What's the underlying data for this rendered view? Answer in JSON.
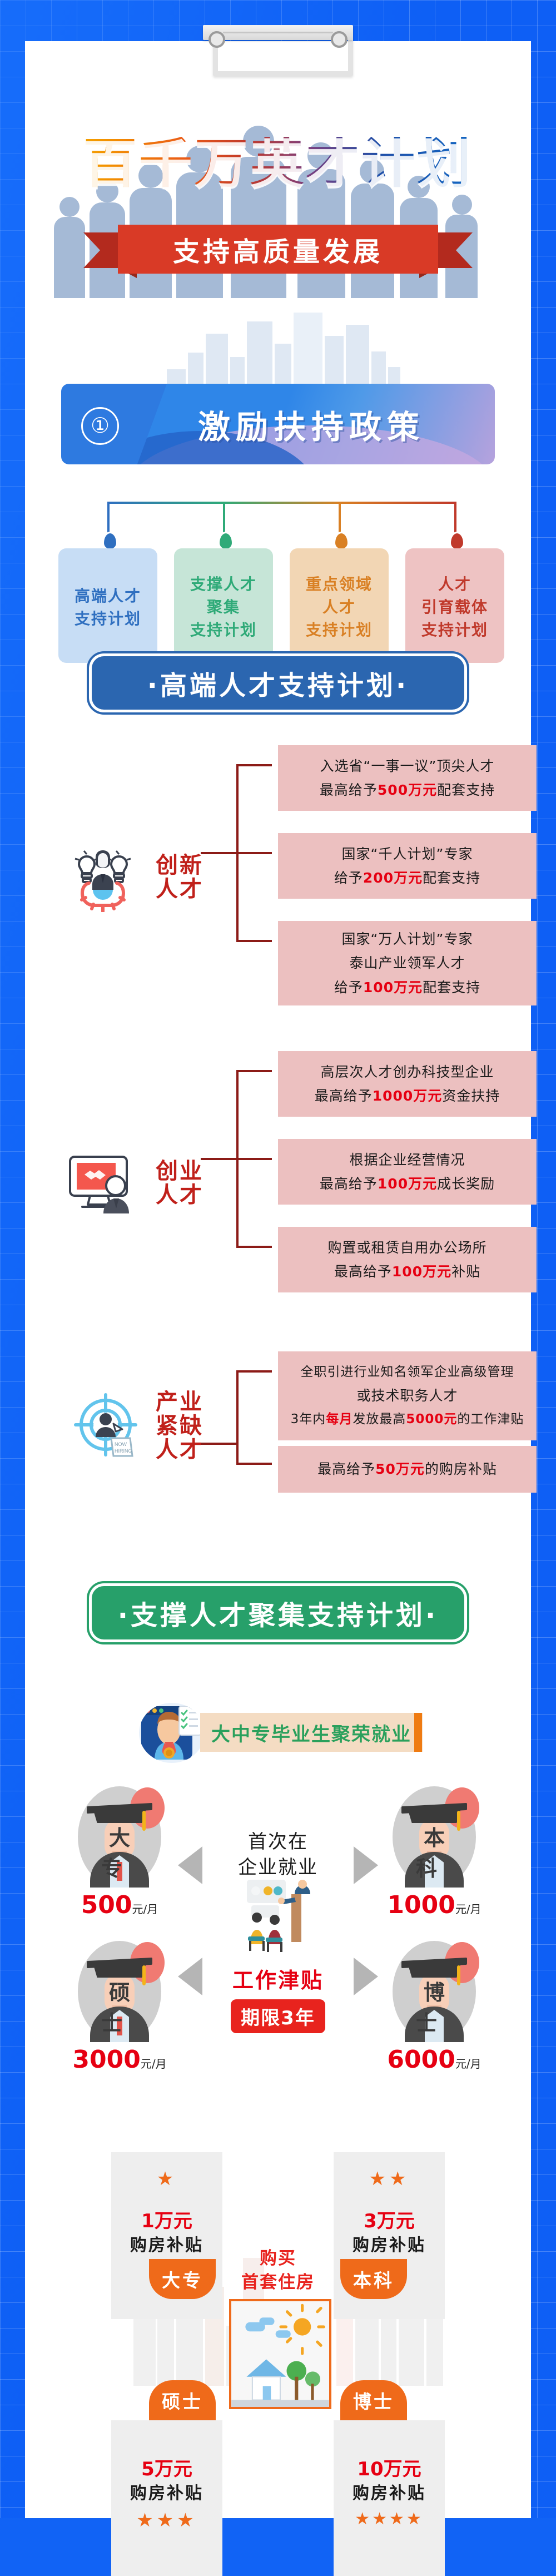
{
  "hero": {
    "title": "百千万英才计划",
    "ribbon": "支持高质量发展"
  },
  "section1": {
    "number": "①",
    "title": "激励扶持政策",
    "categories": [
      {
        "lines": [
          "高端人才",
          "支持计划"
        ],
        "color": "#2f6fc0",
        "bg": "#c7ddf5"
      },
      {
        "lines": [
          "支撑人才",
          "聚集",
          "支持计划"
        ],
        "color": "#2faa78",
        "bg": "#c6e5d7"
      },
      {
        "lines": [
          "重点领域",
          "人才",
          "支持计划"
        ],
        "color": "#d98024",
        "bg": "#f2d6b4"
      },
      {
        "lines": [
          "人才",
          "引育载体",
          "支持计划"
        ],
        "color": "#c0392b",
        "bg": "#eec3c3"
      }
    ]
  },
  "plan_high": {
    "header": "·高端人才支持计划·",
    "header_color": "#2b66b0",
    "groups": [
      {
        "icon": "lightbulb-person-gear-icon",
        "label": "创新\n人才",
        "label_line1": "创新",
        "label_line2": "人才",
        "items": [
          {
            "line1": "入选省“一事一议”顶尖人才",
            "l2a": "最高给予",
            "l2b": "500万元",
            "l2c": "配套支持"
          },
          {
            "line1": "国家“千人计划”专家",
            "l2a": "给予",
            "l2b": "200万元",
            "l2c": "配套支持"
          },
          {
            "line1": "国家“万人计划”专家",
            "line2": "泰山产业领军人才",
            "l2a": "给予",
            "l2b": "100万元",
            "l2c": "配套支持"
          }
        ]
      },
      {
        "icon": "handshake-screen-person-icon",
        "label_line1": "创业",
        "label_line2": "人才",
        "items": [
          {
            "line1": "高层次人才创办科技型企业",
            "l2a": "最高给予",
            "l2b": "1000万元",
            "l2c": "资金扶持"
          },
          {
            "line1": "根据企业经营情况",
            "l2a": "最高给予",
            "l2b": "100万元",
            "l2c": "成长奖励"
          },
          {
            "line1": "购置或租赁自用办公场所",
            "l2a": "最高给予",
            "l2b": "100万元",
            "l2c": "补贴"
          }
        ]
      },
      {
        "icon": "target-hiring-icon",
        "label_line1": "产业",
        "label_line2": "紧缺",
        "label_line3": "人才",
        "items": [
          {
            "line1": "全职引进行业知名领军企业高级管理",
            "line2": "或技术职务人才",
            "l3a": "3年内",
            "l3b": "每月",
            "l3c": "发放最高",
            "l3d": "5000元",
            "l3e": "的工作津贴"
          },
          {
            "l2a": "最高给予",
            "l2b": "50万元",
            "l2c": "的购房补贴"
          }
        ]
      }
    ]
  },
  "plan_support": {
    "header": "·支撑人才聚集支持计划·",
    "header_color": "#27a06a",
    "grad_banner": "大中专毕业生聚荣就业",
    "center_line1": "首次在",
    "center_line2": "企业就业",
    "allowance_title": "工作津贴",
    "allowance_tag": "期限3年",
    "degrees": [
      {
        "degree": "大专",
        "amount": "500",
        "unit": "元/月"
      },
      {
        "degree": "本科",
        "amount": "1000",
        "unit": "元/月"
      },
      {
        "degree": "硕士",
        "amount": "3000",
        "unit": "元/月"
      },
      {
        "degree": "博士",
        "amount": "6000",
        "unit": "元/月"
      }
    ],
    "housing": {
      "center_line1": "购买",
      "center_line2": "首套住房",
      "caption": "购房补贴",
      "items": [
        {
          "degree": "大专",
          "amount": "1万元",
          "caption": "购房补贴",
          "stars": "★"
        },
        {
          "degree": "本科",
          "amount": "3万元",
          "caption": "购房补贴",
          "stars": "★★"
        },
        {
          "degree": "硕士",
          "amount": "5万元",
          "caption": "购房补贴",
          "stars": "★★★"
        },
        {
          "degree": "博士",
          "amount": "10万元",
          "caption": "购房补贴",
          "stars": "★★★★"
        }
      ]
    }
  }
}
